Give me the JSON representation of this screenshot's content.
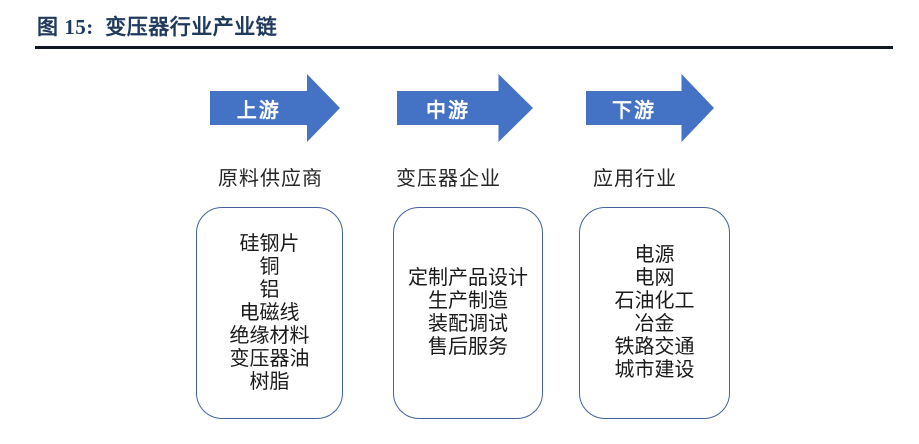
{
  "figure": {
    "title": "图 15:  变压器行业产业链"
  },
  "colors": {
    "arrow_blue": "#4472C4",
    "box_border": "#44639A",
    "title_navy": "#1F3A5C",
    "rule_color": "#101623"
  },
  "columns": [
    {
      "arrow_label": "上游",
      "stage_label": "原料供应商",
      "items": [
        "硅钢片",
        "铜",
        "铝",
        "电磁线",
        "绝缘材料",
        "变压器油",
        "树脂"
      ]
    },
    {
      "arrow_label": "中游",
      "stage_label": "变压器企业",
      "items": [
        "定制产品设计",
        "生产制造",
        "装配调试",
        "售后服务"
      ]
    },
    {
      "arrow_label": "下游",
      "stage_label": "应用行业",
      "items": [
        "电源",
        "电网",
        "石油化工",
        "冶金",
        "铁路交通",
        "城市建设"
      ]
    }
  ]
}
